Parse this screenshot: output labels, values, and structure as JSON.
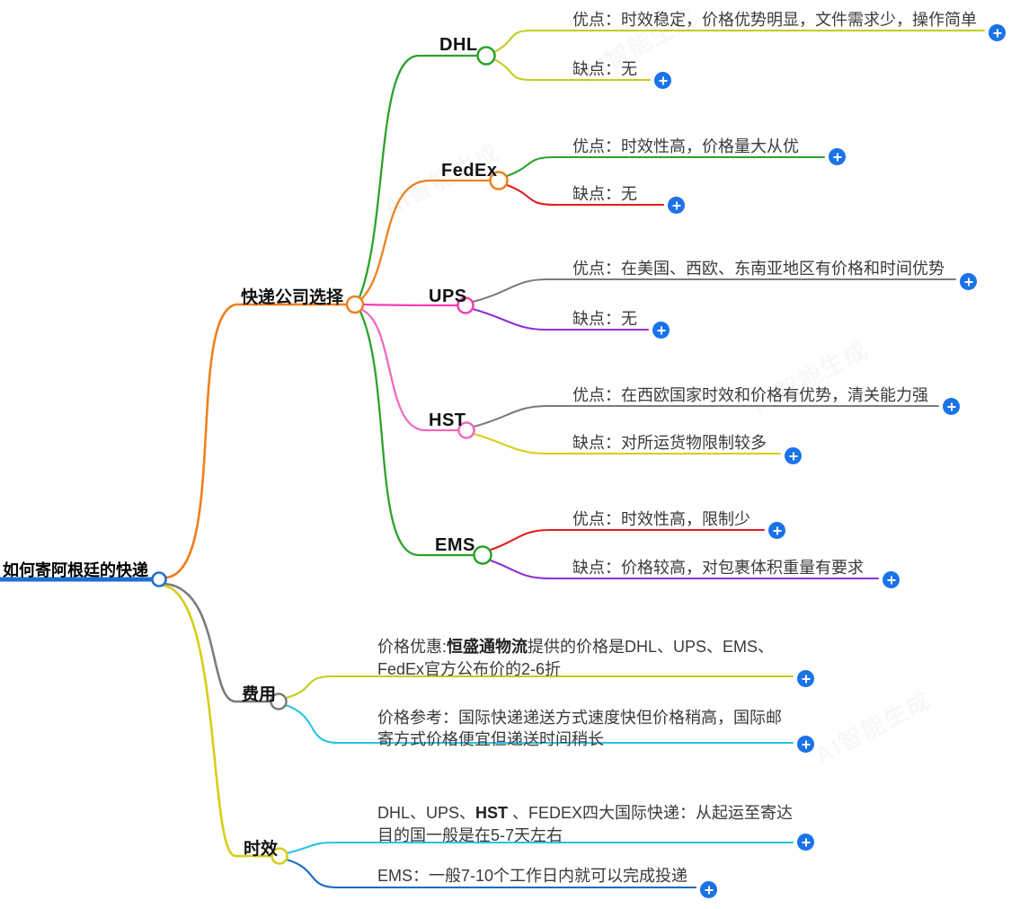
{
  "root": {
    "label": "如何寄阿根廷的快递"
  },
  "company": {
    "label": "快递公司选择",
    "children": [
      {
        "id": "dhl",
        "label": "DHL",
        "pros": "优点：时效稳定，价格优势明显，文件需求少，操作简单",
        "cons": "缺点：无"
      },
      {
        "id": "fedex",
        "label": "FedEx",
        "pros": "优点：时效性高，价格量大从优",
        "cons": "缺点：无"
      },
      {
        "id": "ups",
        "label": "UPS",
        "pros": "优点：在美国、西欧、东南亚地区有价格和时间优势",
        "cons": "缺点：无"
      },
      {
        "id": "hst",
        "label": "HST",
        "pros": "优点：在西欧国家时效和价格有优势，清关能力强",
        "cons": "缺点：对所运货物限制较多"
      },
      {
        "id": "ems",
        "label": "EMS",
        "pros": "优点：时效性高，限制少",
        "cons": "缺点：价格较高，对包裹体积重量有要求"
      }
    ]
  },
  "cost": {
    "label": "费用",
    "discount": {
      "p1": "价格优惠:",
      "bold": "恒盛通物流",
      "p2": "提供的价格是DHL、UPS、EMS、",
      "line2": "FedEx官方公布价的2-6折"
    },
    "reference": {
      "line1": "价格参考：国际快递递送方式速度快但价格稍高，国际邮",
      "line2": "寄方式价格便宜但递送时间稍长"
    }
  },
  "timeliness": {
    "label": "时效",
    "express": {
      "p1": "DHL、UPS、",
      "bold": "HST",
      "p2": " 、FEDEX四大国际快递：从起运至寄达",
      "line2": "目的国一般是在5-7天左右"
    },
    "ems": {
      "text": "EMS：一般7-10个工作日内就可以完成投递"
    }
  },
  "watermark": "AI智能生成",
  "colors": {
    "root_blue": "#1e6fd2",
    "orange": "#f07f1e",
    "green": "#2aa32a",
    "olive": "#c3cc1d",
    "yellow": "#d7cd16",
    "red": "#e01e1e",
    "gray": "#7c7c7c",
    "magenta": "#f13fb1",
    "pink": "#f468bd",
    "purple": "#8e2fd6",
    "cyan": "#28c4e8",
    "blue2": "#1a6dc4",
    "expand_blue": "#1a73e8"
  }
}
